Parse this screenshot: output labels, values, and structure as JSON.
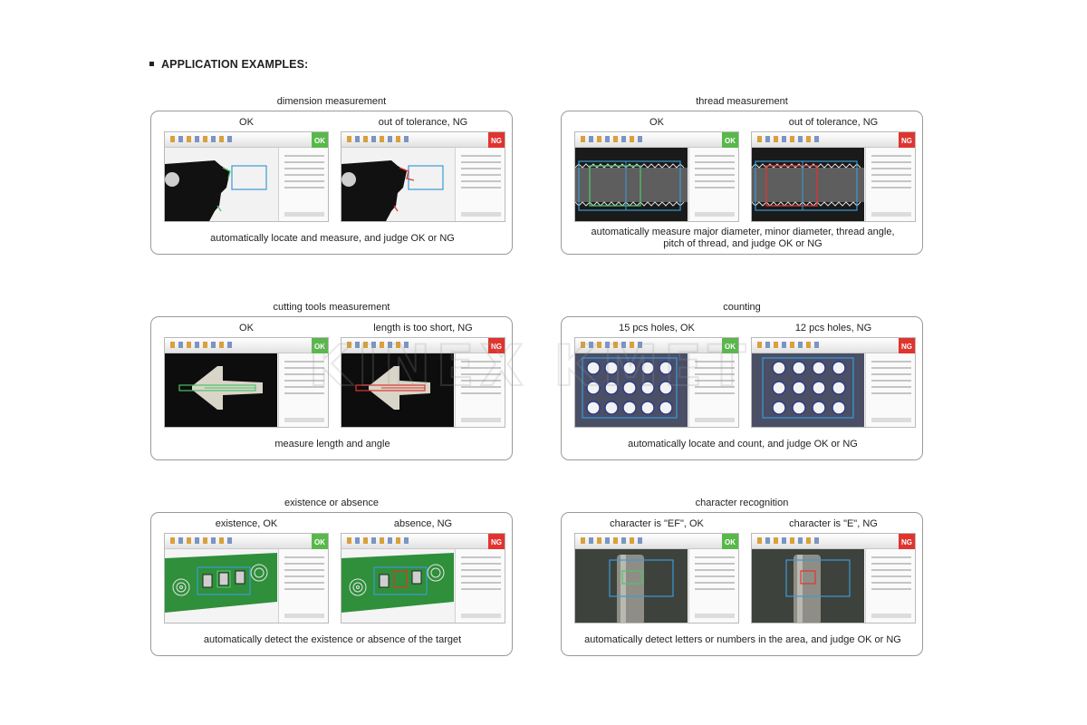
{
  "page": {
    "heading": "APPLICATION EXAMPLES:",
    "watermark": "KINEX KMET"
  },
  "panels": [
    {
      "title": "dimension measurement",
      "left": {
        "label": "OK",
        "status": "OK"
      },
      "right": {
        "label": "out of tolerance, NG",
        "status": "NG"
      },
      "caption_lines": [
        "automatically locate and measure, and judge OK or NG"
      ]
    },
    {
      "title": "thread measurement",
      "left": {
        "label": "OK",
        "status": "OK"
      },
      "right": {
        "label": "out of tolerance, NG",
        "status": "NG"
      },
      "caption_lines": [
        "automatically measure major diameter, minor diameter, thread angle,",
        "pitch of thread, and judge OK or NG"
      ]
    },
    {
      "title": "cutting tools measurement",
      "left": {
        "label": "OK",
        "status": "OK"
      },
      "right": {
        "label": "length is too short, NG",
        "status": "NG"
      },
      "caption_lines": [
        "measure length and angle"
      ]
    },
    {
      "title": "counting",
      "left": {
        "label": "15 pcs holes, OK",
        "status": "OK"
      },
      "right": {
        "label": "12 pcs holes, NG",
        "status": "NG"
      },
      "caption_lines": [
        "automatically locate and count, and judge OK or NG"
      ]
    },
    {
      "title": "existence or absence",
      "left": {
        "label": "existence, OK",
        "status": "OK"
      },
      "right": {
        "label": "absence, NG",
        "status": "NG"
      },
      "caption_lines": [
        "automatically detect the existence or absence of the target"
      ]
    },
    {
      "title": "character recognition",
      "left": {
        "label": "character is \"EF\", OK",
        "status": "OK"
      },
      "right": {
        "label": "character is \"E\", NG",
        "status": "NG"
      },
      "caption_lines": [
        "automatically detect  letters or numbers in the area, and judge OK or NG"
      ]
    }
  ],
  "colors": {
    "ok": "#58b84a",
    "ng": "#e0342f",
    "roi": "#3a9bd6"
  }
}
